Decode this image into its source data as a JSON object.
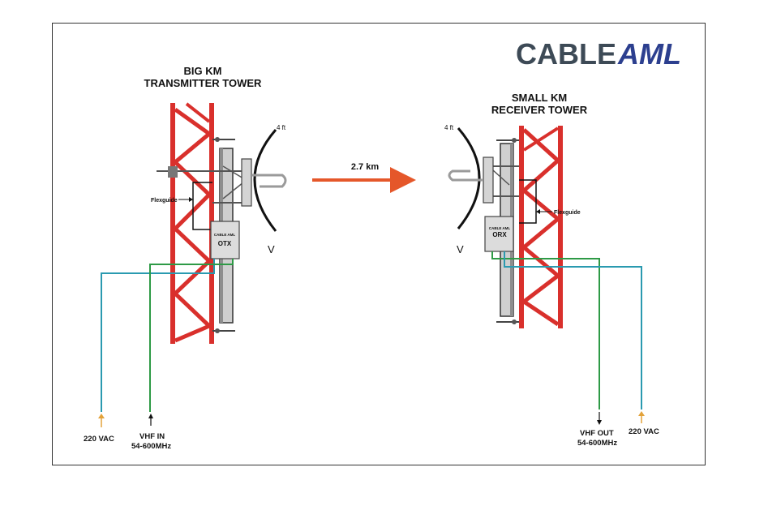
{
  "logo": {
    "part1": "CABLE",
    "part2": "AML",
    "color1": "#3d4a56",
    "color2": "#2c3f8f"
  },
  "transmitter": {
    "title_line1": "BIG KM",
    "title_line2": "TRANSMITTER TOWER",
    "dish_size": "4 ft",
    "polarization": "V",
    "flexguide_label": "Flexguide",
    "unit_brand": "CABLE AML",
    "unit_name": "OTX",
    "power_label": "220 VAC",
    "signal_label_line1": "VHF IN",
    "signal_label_line2": "54-600MHz"
  },
  "receiver": {
    "title_line1": "SMALL KM",
    "title_line2": "RECEIVER TOWER",
    "dish_size": "4 ft",
    "polarization": "V",
    "flexguide_label": "Flexguide",
    "unit_brand": "CABLE AML",
    "unit_name": "ORX",
    "power_label": "220 VAC",
    "signal_label_line1": "VHF OUT",
    "signal_label_line2": "54-600MHz"
  },
  "link": {
    "distance_label": "2.7 km"
  },
  "colors": {
    "tower_red": "#d9302c",
    "arrow_orange": "#e5572a",
    "power_cable": "#2a9ab0",
    "signal_cable": "#2e9a46",
    "mast_gray": "#b7b7b7"
  }
}
